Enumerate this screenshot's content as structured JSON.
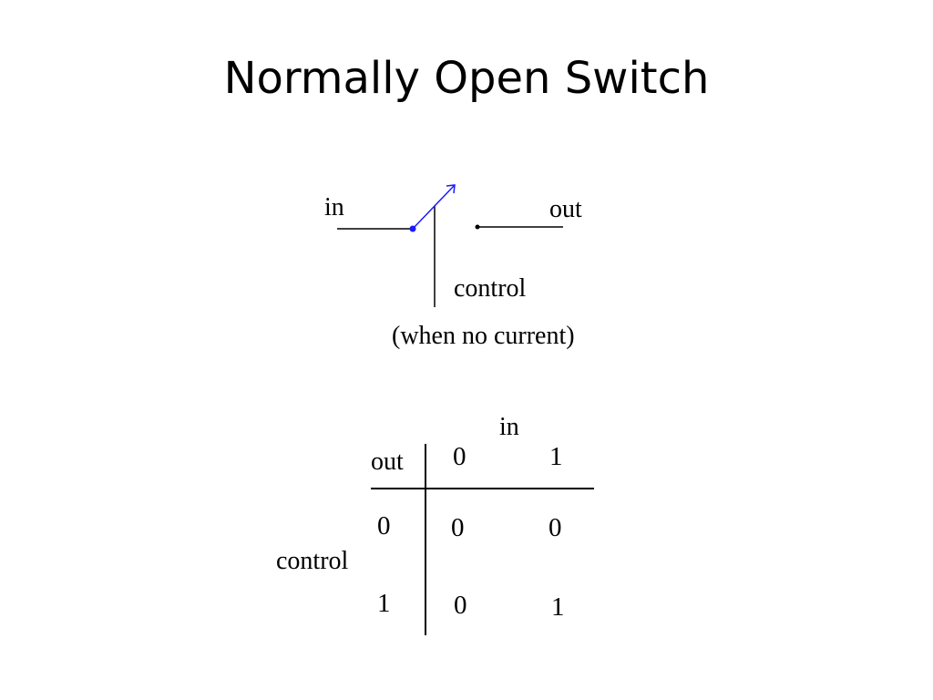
{
  "title": "Normally Open Switch",
  "switch_diagram": {
    "label_in": "in",
    "label_out": "out",
    "label_control": "control",
    "caption": "(when no current)",
    "colors": {
      "wire": "#000000",
      "switch_arm": "#1a1aff",
      "pivot": "#1a1aff"
    }
  },
  "truth_table": {
    "in_header": "in",
    "out_label": "out",
    "control_label": "control",
    "in_values": [
      "0",
      "1"
    ],
    "control_values": [
      "0",
      "1"
    ],
    "rows": [
      [
        "0",
        "0"
      ],
      [
        "0",
        "1"
      ]
    ]
  }
}
